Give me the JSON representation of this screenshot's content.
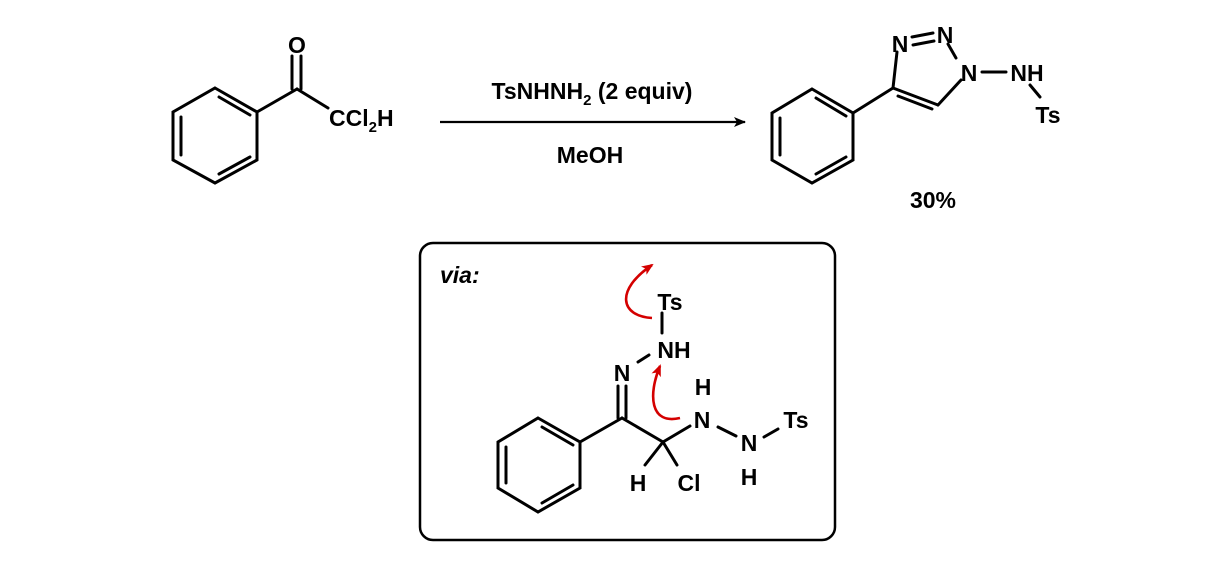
{
  "starting_material": {
    "oxygen": "O",
    "substituent": {
      "main": "CCl",
      "sub": "2",
      "end": "H"
    }
  },
  "reaction": {
    "reagent": {
      "main": "TsNHNH",
      "sub": "2",
      "rest": " (2 equiv)"
    },
    "solvent": "MeOH"
  },
  "product": {
    "n3": "N",
    "n2": "N",
    "n1": "N",
    "nh": "NH",
    "ts": "Ts",
    "yield": "30%"
  },
  "intermediate_box": {
    "label": "via:",
    "ts_top": "Ts",
    "nh_top": "NH",
    "n_imine": "N",
    "h_ch": "H",
    "cl": "Cl",
    "n_right": "N",
    "h_n_right": "H",
    "n_far": "N",
    "h_n_far": "H",
    "ts_right": "Ts"
  },
  "colors": {
    "arrow_curved": "#d40000",
    "line": "#000000"
  }
}
